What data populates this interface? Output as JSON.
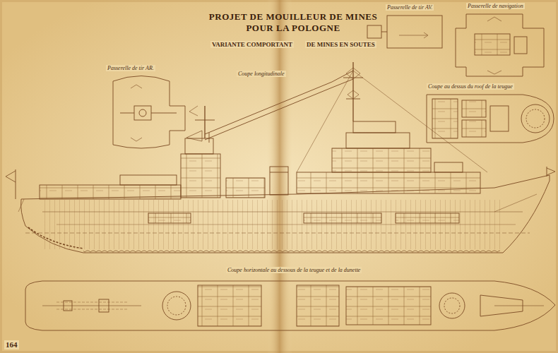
{
  "diagram": {
    "title": "PROJET DE MOUILLEUR DE MINES POUR LA POLOGNE",
    "labels": [
      "VARIANTE COMPORTANT",
      "DE MINES EN SOUTES",
      "Passerelle de tir AR.",
      "Passerelle de tir AV.",
      "Passerelle de navigation",
      "Coupe au dessus du roof de la teugue",
      "Coupe longitudinale",
      "Coupe horizontale au dessous de la teugue et de la dunette",
      "164"
    ]
  }
}
